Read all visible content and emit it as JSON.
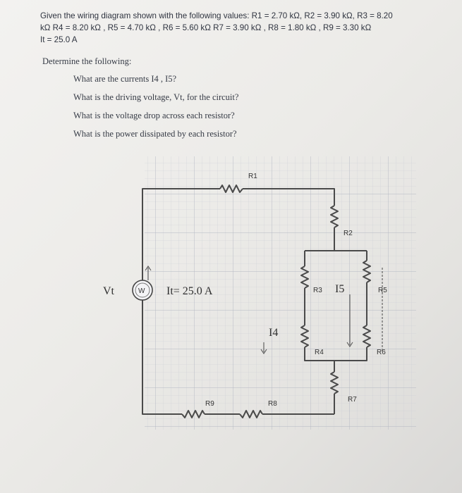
{
  "problem": {
    "line1": "Given the wiring diagram shown with the following values: R1 = 2.70 kΩ, R2 = 3.90 kΩ, R3 = 8.20",
    "line2": "kΩ  R4 = 8.20 kΩ  , R5 = 4.70 kΩ  , R6 = 5.60 kΩ  R7 = 3.90 kΩ , R8 = 1.80 kΩ , R9 = 3.30 kΩ",
    "line3": "It = 25.0 A"
  },
  "tasks": {
    "heading": "Determine the following:",
    "q1": "What are the currents I4 , I5?",
    "q2": "What is the driving voltage, Vt, for the circuit?",
    "q3": "What is the voltage drop across each resistor?",
    "q4": "What is the power dissipated by each resistor?"
  },
  "diagram": {
    "r1": "R1",
    "r2": "R2",
    "r3": "R3",
    "r4": "R4",
    "r5": "R5",
    "r6": "R6",
    "r7": "R7",
    "r8": "R8",
    "r9": "R9",
    "vt": "Vt",
    "it": "It= 25.0 A",
    "i4": "I4",
    "i5": "I5",
    "source_text": "W"
  },
  "colors": {
    "wire": "#4a4a4a",
    "grid": "#c9ccd4",
    "grid_bold": "#aeb3bf",
    "text": "#2f3440"
  }
}
